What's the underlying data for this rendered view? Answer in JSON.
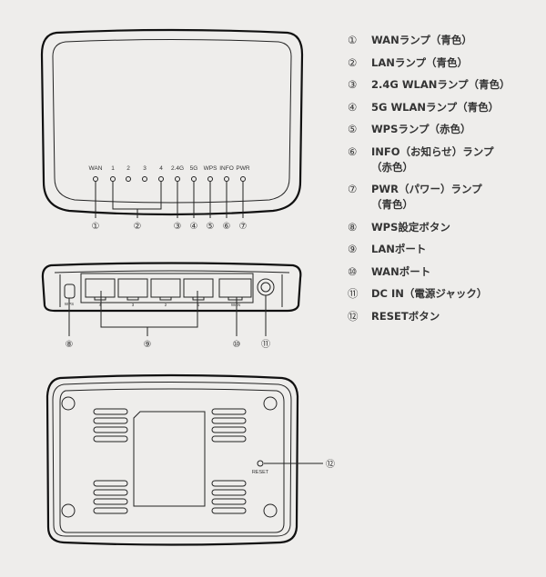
{
  "front_view": {
    "led_labels": [
      "WAN",
      "1",
      "2",
      "3",
      "4",
      "2.4G",
      "5G",
      "WPS",
      "INFO",
      "PWR"
    ],
    "callouts": [
      "①",
      "②",
      "③",
      "④",
      "⑤",
      "⑥",
      "⑦"
    ]
  },
  "rear_view": {
    "wps_label": "WPS",
    "port_labels": [
      "4",
      "3",
      "2",
      "1"
    ],
    "wan_label": "WAN",
    "callouts": [
      "⑧",
      "⑨",
      "⑩",
      "⑪"
    ]
  },
  "bottom_view": {
    "reset_label": "RESET",
    "callout": "⑫"
  },
  "legend": [
    {
      "num": "①",
      "text": "WANランプ（青色）"
    },
    {
      "num": "②",
      "text": "LANランプ（青色）"
    },
    {
      "num": "③",
      "text": "2.4G WLANランプ（青色）"
    },
    {
      "num": "④",
      "text": "5G WLANランプ（青色）"
    },
    {
      "num": "⑤",
      "text": "WPSランプ（赤色）"
    },
    {
      "num": "⑥",
      "text": "INFO（お知らせ）ランプ\n（赤色）"
    },
    {
      "num": "⑦",
      "text": "PWR（パワー）ランプ\n（青色）"
    },
    {
      "num": "⑧",
      "text": "WPS設定ボタン"
    },
    {
      "num": "⑨",
      "text": "LANポート"
    },
    {
      "num": "⑩",
      "text": "WANポート"
    },
    {
      "num": "⑪",
      "text": "DC IN（電源ジャック）"
    },
    {
      "num": "⑫",
      "text": "RESETボタン"
    }
  ]
}
